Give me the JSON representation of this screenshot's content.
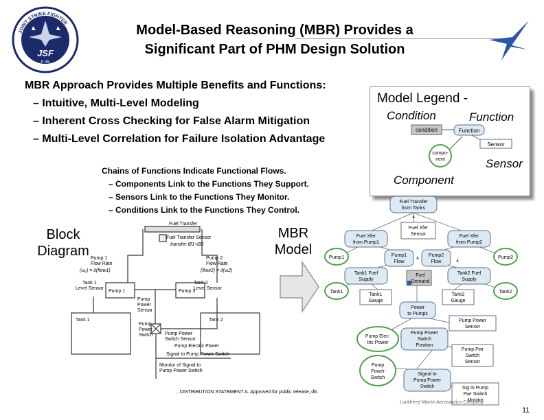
{
  "title": {
    "line1": "Model-Based Reasoning (MBR) Provides a",
    "line2": "Significant Part of PHM Design Solution"
  },
  "intro": {
    "heading": "MBR Approach Provides Multiple Benefits and Functions:",
    "bullets": [
      "– Intuitive, Multi-Level Modeling",
      "– Inherent Cross Checking for False Alarm Mitigation",
      "– Multi-Level Correlation for Failure Isolation Advantage"
    ]
  },
  "chains": {
    "heading": "Chains of Functions Indicate Functional Flows.",
    "items": [
      "– Components Link to the Functions They Support.",
      "– Sensors Link to the Functions They Monitor.",
      "– Conditions Link to the Functions They Control."
    ]
  },
  "legend": {
    "title": "Model Legend -",
    "condition": "Condition",
    "function": "Function",
    "sensor": "Sensor",
    "component": "Component",
    "mini_condition": "condition",
    "mini_function": "Function",
    "mini_sensor": "Sensor",
    "mini_component_1": "compo-",
    "mini_component_2": "nent"
  },
  "labels": {
    "block_1": "Block",
    "block_2": "Diagram",
    "mbr_1": "MBR",
    "mbr_2": "Model"
  },
  "logo": {
    "ring_top": "JOINT STRIKE FIGHTER",
    "mark": "JSF",
    "model": "F-35"
  },
  "block_diagram": {
    "fuel_transfer": "Fuel Transfer",
    "fuel_transfer_sensor": "Fuel Transfer Sensor",
    "transfer_eq": "transfer Ø1+Ø2",
    "pump1": "Pump 1",
    "flow_rate": "Flow Rate",
    "pump2": "Pump 2",
    "eq1": "(ω₁) = ∂(flow1)",
    "eq2": "(flow2) = ∂(ω2)",
    "tank1_level": "Tank 1",
    "level_sensor": "Level Sensor",
    "tank2_level": "Tank 2",
    "pump1_box": "Pump 1",
    "pump3_box": "Pump 3",
    "pump_power_sensor_1": "Pump",
    "pump_power_sensor_2": "Power",
    "pump_power_sensor_3": "Sensor",
    "tank1": "Tank 1",
    "tank2": "Tank 2",
    "pump_power_switch_1": "Pump",
    "pump_power_switch_2": "Power",
    "pump_power_switch_3": "Switch",
    "pp_switch_sensor_1": "Pump Power",
    "pp_switch_sensor_2": "Switch Sensor",
    "pump_electric_power": "Pump Electric Power",
    "signal_to_switch": "Signal to Pump Power Switch",
    "monitor_1": "Monitor of Signal to",
    "monitor_2": "Pump Power Switch"
  },
  "mbr_model": {
    "fuel_transfer_tanks": [
      "Fuel Transfer",
      "from Tanks"
    ],
    "fuel_xfer_sensor": [
      "Fuel Xfer",
      "Sensor"
    ],
    "fuel_xfer_pump1": [
      "Fuel Xfer",
      "from Pump1"
    ],
    "fuel_xfer_pump2": [
      "Fuel Xfer",
      "from Pump2"
    ],
    "pump1": "Pump1",
    "pump2": "Pump2",
    "pump1_flow": [
      "Pump1",
      "Flow"
    ],
    "pump2_flow": [
      "Pump2",
      "Flow"
    ],
    "tank1_fuel_supply": [
      "Tank1 Fuel",
      "Supply"
    ],
    "tank2_fuel_supply": [
      "Tank2 Fuel",
      "Supply"
    ],
    "fuel_demand": [
      "Fuel",
      "Demand"
    ],
    "tank1": "Tank1",
    "tank2": "Tank2",
    "tank1_gauge": [
      "Tank1",
      "Gauge"
    ],
    "tank2_gauge": [
      "Tank2",
      "Gauge"
    ],
    "power_to_pumps": [
      "Power",
      "to Pumps"
    ],
    "pump_power_sensor": [
      "Pump Power",
      "Sensor"
    ],
    "pump_electric_power": [
      "Pump Elec-",
      "tric Power"
    ],
    "pump_power_switch_position": [
      "Pump Power",
      "Switch",
      "Position"
    ],
    "pump_pwr_switch_sensor": [
      "Pump Pwr",
      "Switch",
      "Sensor"
    ],
    "pump_power_switch": [
      "Pump",
      "Power",
      "Switch"
    ],
    "signal_to_pump_power_switch": [
      "Signal to",
      "Pump Power",
      "Switch"
    ],
    "signal_to_pump_pwr_switch_monitor": [
      "Sig to Pump",
      "Pwr Switch",
      "Monitor"
    ],
    "caret": "∧"
  },
  "footer": {
    "distribution": ", DISTRIBUTION STATEMENT A. Approved for public release; dis",
    "company": "Lockheed Martin Aeronautics Company",
    "page": "11"
  },
  "colors": {
    "function_fill": "#dde9f3",
    "function_stroke": "#5b6f8a",
    "component_stroke": "#4ea34a",
    "condition_fill": "#c6c6c6",
    "emblem_navy": "#1b2a6b",
    "lockheed_blue": "#2b57a8"
  }
}
